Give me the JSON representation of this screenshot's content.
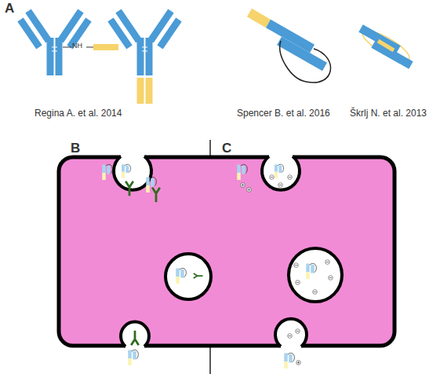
{
  "diagram": {
    "labels": [
      "A",
      "Regina A. et al. 2014",
      "Spencer B. et al. 2016",
      "Škrlj N. et al. 2013",
      "NH",
      "B",
      "C"
    ]
  }
}
